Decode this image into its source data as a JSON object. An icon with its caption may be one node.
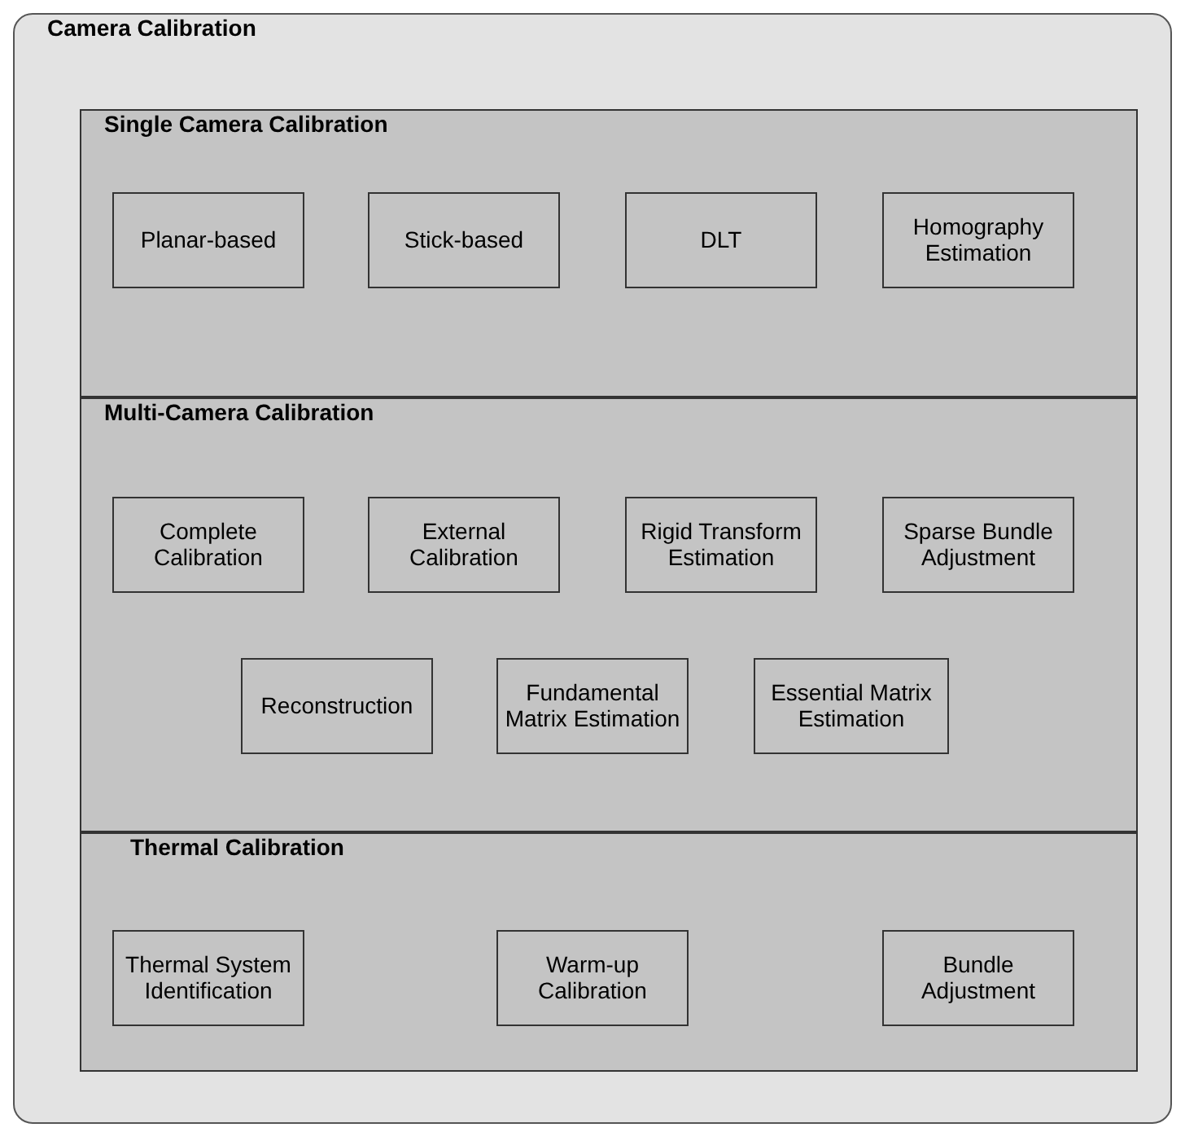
{
  "diagram": {
    "nodes": [
      {
        "text": [
          "Camera Calibration"
        ]
      },
      {
        "text": [
          "Single Camera Calibration"
        ],
        "in": 0
      },
      {
        "text": [
          "Planar-based"
        ],
        "in": 1
      },
      {
        "text": [
          "Stick-based"
        ],
        "in": 1
      },
      {
        "text": [
          "DLT"
        ],
        "in": 1
      },
      {
        "text": [
          "Homography Estimation"
        ],
        "in": 1
      },
      {
        "text": [
          "Multi-Camera Calibration"
        ],
        "in": 0
      },
      {
        "text": [
          "Complete Calibration"
        ],
        "in": 6
      },
      {
        "text": [
          "External Calibration"
        ],
        "in": 6
      },
      {
        "text": [
          "Rigid Transform Estimation"
        ],
        "in": 6
      },
      {
        "text": [
          "Sparse Bundle Adjustment"
        ],
        "in": 6
      },
      {
        "text": [
          "Reconstruction"
        ],
        "in": 6
      },
      {
        "text": [
          "Fundamental Matrix Estimation"
        ],
        "in": 6
      },
      {
        "text": [
          "Essential Matrix Estimation"
        ],
        "in": 6
      },
      {
        "text": [
          "Thermal Calibration"
        ],
        "in": 0
      },
      {
        "text": [
          "Thermal System Identification"
        ],
        "in": 14
      },
      {
        "text": [
          "Warm-up Calibration"
        ],
        "in": 14
      },
      {
        "text": [
          "Bundle Adjustment"
        ],
        "in": 14
      }
    ]
  }
}
